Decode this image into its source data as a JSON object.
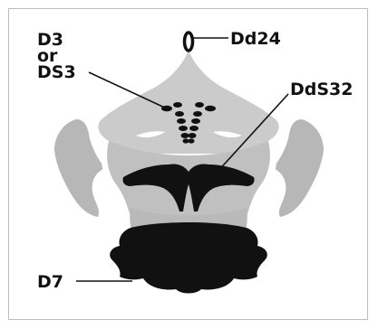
{
  "labels": {
    "d3": "D3",
    "or": "or",
    "ds3": "DS3",
    "dd24": "Dd24",
    "dds32": "DdS32",
    "d7": "D7"
  },
  "colors": {
    "blot_gray": "#b4b4b4",
    "blot_light": "#cfcfcf",
    "ink": "#111111",
    "frame": "#bdbdbd"
  }
}
